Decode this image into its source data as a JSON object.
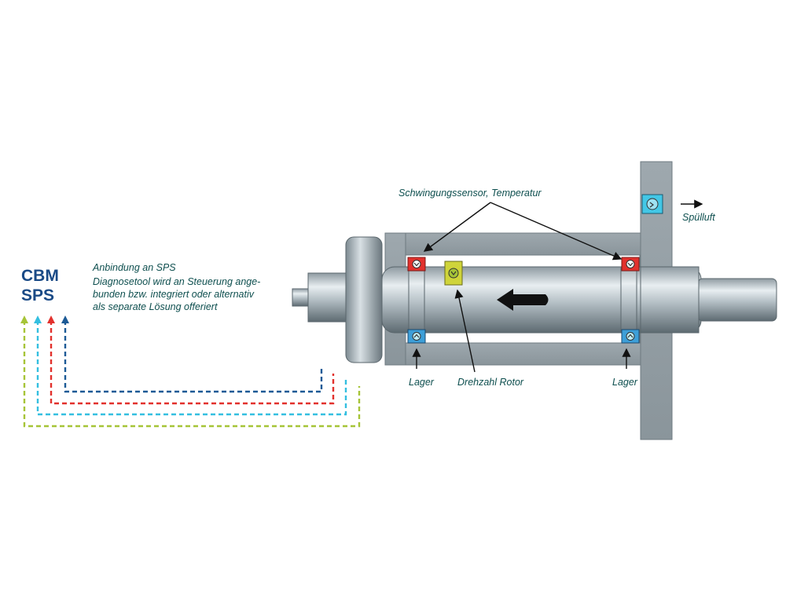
{
  "left": {
    "title_line1": "CBM",
    "title_line2": "SPS",
    "desc_line1": "Anbindung an SPS",
    "desc_line2": "Diagnosetool wird an Steuerung ange-",
    "desc_line3": "bunden bzw. integriert oder alternativ",
    "desc_line4": "als separate Lösung offeriert"
  },
  "labels": {
    "vibration_sensor": "Schwingungssensor, Temperatur",
    "purge_air": "Spülluft",
    "bearing_left": "Lager",
    "rotor_speed": "Drehzahl Rotor",
    "bearing_right": "Lager"
  },
  "colors": {
    "cable_green": "#a6c437",
    "cable_cyan": "#34bfe0",
    "cable_red": "#e2312d",
    "cable_blue": "#1c5a96",
    "sensor_red": "#e2312d",
    "sensor_blue": "#3d9fd8",
    "sensor_yellow": "#cfd43a",
    "sensor_cyan": "#43c7e6",
    "title_blue": "#1a4a86",
    "label_text": "#0e4f4f"
  }
}
